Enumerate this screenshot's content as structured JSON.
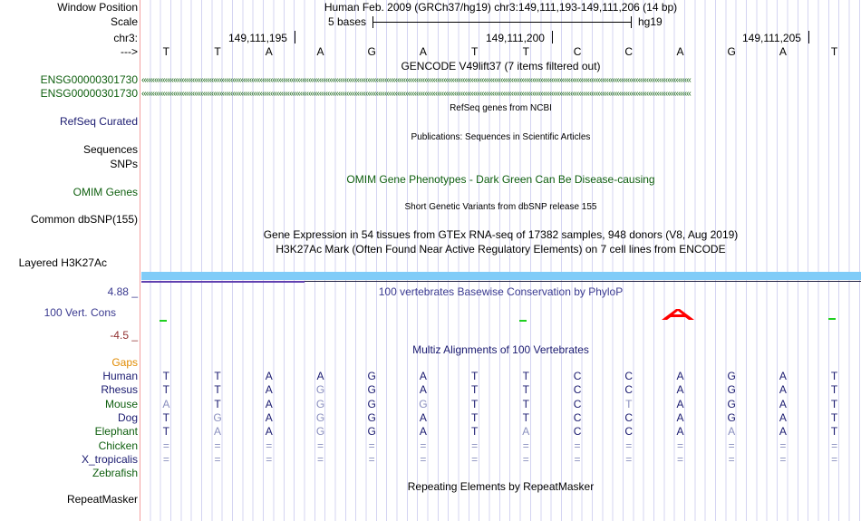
{
  "header": {
    "window_position_label": "Window Position",
    "window_position": "Human Feb. 2009 (GRCh37/hg19)   chr3:149,111,193-149,111,206 (14 bp)",
    "scale_label": "Scale",
    "scale_text": "5 bases",
    "scale_db": "hg19",
    "chrom_label": "chr3:",
    "positions": [
      "149,111,195",
      "149,111,200",
      "149,111,205"
    ],
    "strand_label": "--->"
  },
  "bases": [
    "T",
    "T",
    "A",
    "A",
    "G",
    "A",
    "T",
    "T",
    "C",
    "C",
    "A",
    "G",
    "A",
    "T"
  ],
  "tracks": {
    "gencode_title": "GENCODE V49lift37 (7 items filtered out)",
    "gencode_items": [
      "ENSG00000301730",
      "ENSG00000301730"
    ],
    "refseq_title": "RefSeq genes from NCBI",
    "refseq_label": "RefSeq Curated",
    "pubs_title": "Publications: Sequences in Scientific Articles",
    "pubs_label": "Sequences",
    "snps_label": "SNPs",
    "omim_title": "OMIM Gene Phenotypes - Dark Green Can Be Disease-causing",
    "omim_label": "OMIM Genes",
    "dbsnp_title": "Short Genetic Variants from dbSNP release 155",
    "dbsnp_label": "Common dbSNP(155)",
    "gtex_title": "Gene Expression in 54 tissues from GTEx RNA-seq of 17382 samples, 948 donors (V8, Aug 2019)",
    "h3k_title": "H3K27Ac Mark (Often Found Near Active Regulatory Elements) on 7 cell lines from ENCODE",
    "h3k_label": "Layered H3K27Ac",
    "phylop_max": "4.88 _",
    "phylop_title": "100 vertebrates Basewise Conservation by PhyloP",
    "phylop_label": "100 Vert. Cons",
    "phylop_min": "-4.5 _",
    "multiz_title": "Multiz Alignments of 100 Vertebrates",
    "gaps_label": "Gaps",
    "repeat_title": "Repeating Elements by RepeatMasker",
    "repeat_label": "RepeatMasker"
  },
  "species": [
    {
      "name": "Human",
      "color": "#1a1a70",
      "seq": "TTAAGATTCCAGAT",
      "mismatch": ""
    },
    {
      "name": "Rhesus",
      "color": "#1a1a70",
      "seq": "TTAGGATTCCAGAT",
      "mismatch": "00010000000000"
    },
    {
      "name": "Mouse",
      "color": "#106010",
      "seq": "ATAGGGTTCTAGAT",
      "mismatch": "10010100010000"
    },
    {
      "name": "Dog",
      "color": "#1a1a70",
      "seq": "TGAGGATTCCAGAT",
      "mismatch": "01010000000000"
    },
    {
      "name": "Elephant",
      "color": "#106010",
      "seq": "TAAGGATACCAAAT",
      "mismatch": "01010001000100"
    },
    {
      "name": "Chicken",
      "color": "#106010",
      "seq": "==============",
      "mismatch": "11111111111111"
    },
    {
      "name": "X_tropicalis",
      "color": "#1a1a70",
      "seq": "==============",
      "mismatch": "11111111111111"
    },
    {
      "name": "Zebrafish",
      "color": "#106010",
      "seq": "",
      "mismatch": ""
    }
  ],
  "colors": {
    "gaps": "#e08a00",
    "phylop_label": "#3a3a90",
    "phylop_min": "#903030",
    "h3k_bar": "#80ccf8",
    "red_glyph": "#ff0000"
  }
}
